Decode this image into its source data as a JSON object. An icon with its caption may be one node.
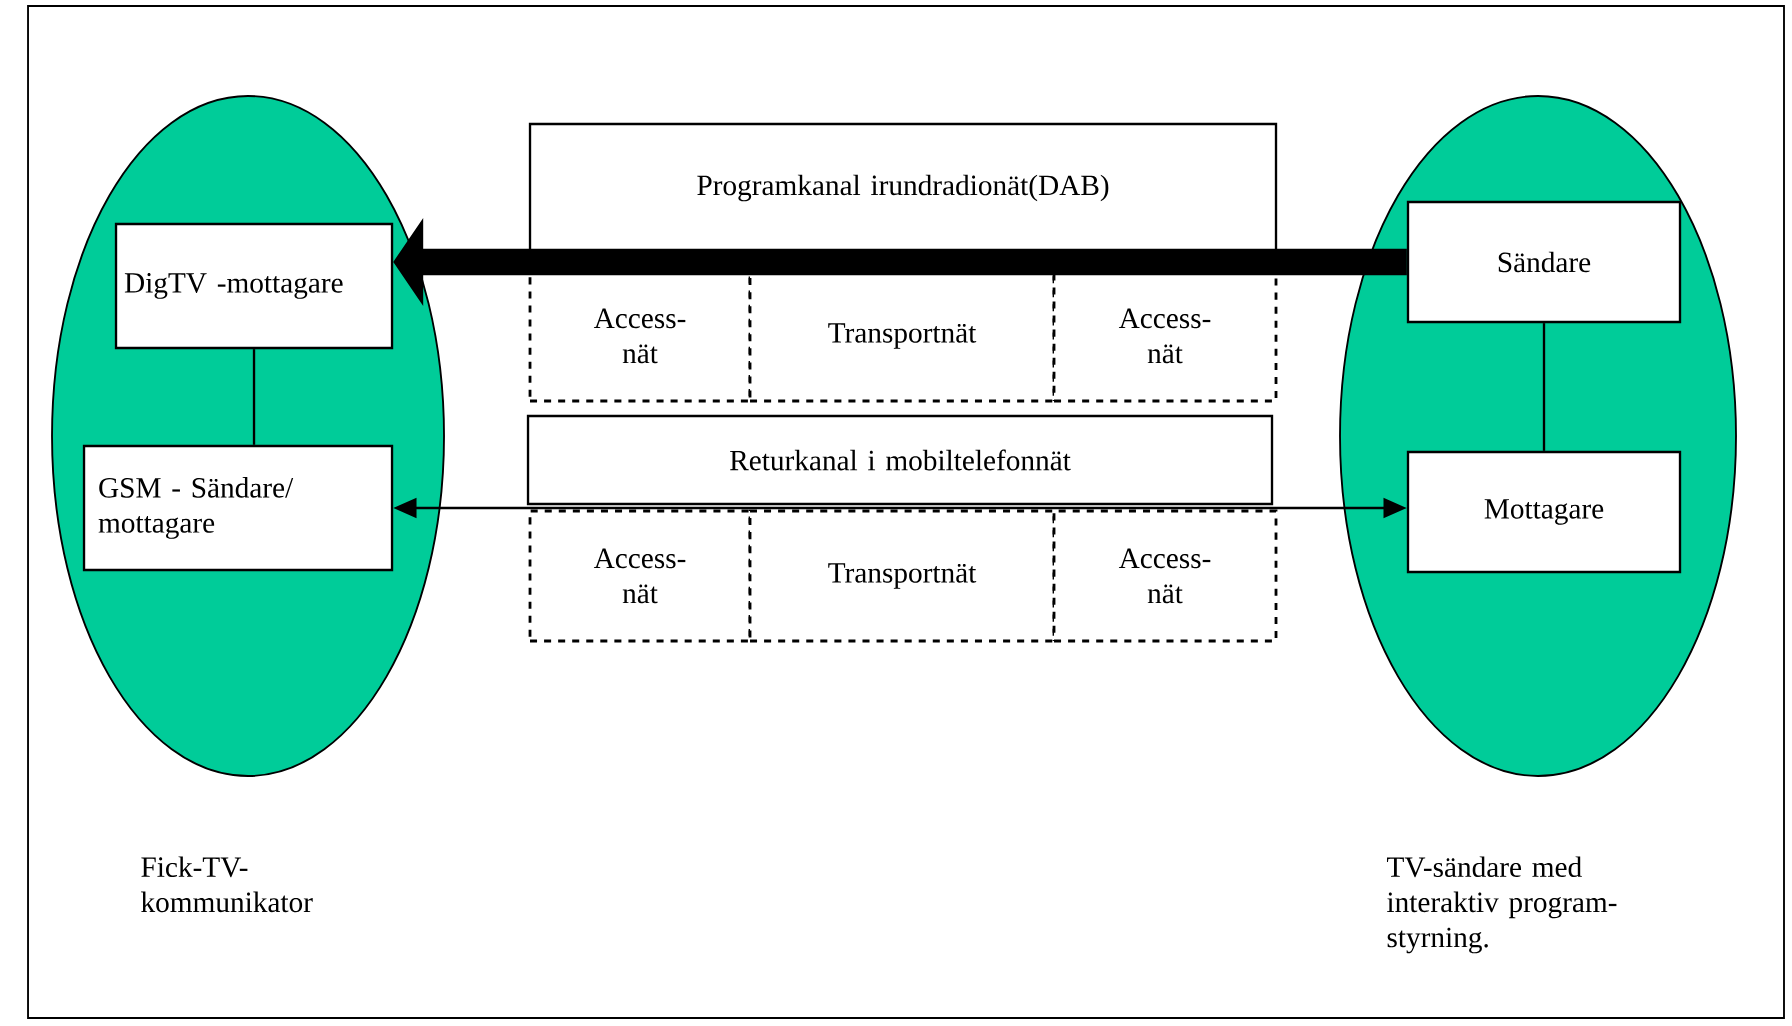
{
  "diagram": {
    "nodes": [
      {
        "text": [],
        "shape": "ellipse",
        "beside": [
          "Fick-TV- kommunikator"
        ]
      },
      {
        "text": [
          "DigTV -mottagare"
        ],
        "in": 0
      },
      {
        "text": [
          "GSM - Sändare/ mottagare"
        ],
        "in": 0
      },
      {
        "text": [],
        "shape": "ellipse",
        "beside": [
          "TV-sändare med interaktiv program- styrning."
        ]
      },
      {
        "text": [
          "Sändare"
        ],
        "in": 3
      },
      {
        "text": [
          "Mottagare"
        ],
        "in": 3
      },
      {
        "text": [
          "Programkanal irundradionät(DAB)"
        ]
      },
      {
        "text": [
          "Access- nät"
        ]
      },
      {
        "text": [
          "Transportnät"
        ]
      },
      {
        "text": [
          "Access- nät"
        ]
      },
      {
        "text": [
          "Returkanal i mobiltelefonnät"
        ]
      },
      {
        "text": [
          "Access- nät"
        ]
      },
      {
        "text": [
          "Transportnät"
        ]
      },
      {
        "text": [
          "Access- nät"
        ]
      }
    ],
    "edges": [
      {
        "from": 4,
        "to": 1,
        "arrow": "to",
        "style": "thick"
      },
      {
        "from": 1,
        "to": 2,
        "arrow": "none"
      },
      {
        "from": 4,
        "to": 5,
        "arrow": "none"
      },
      {
        "from": 2,
        "to": 5,
        "arrow": "both"
      }
    ]
  }
}
